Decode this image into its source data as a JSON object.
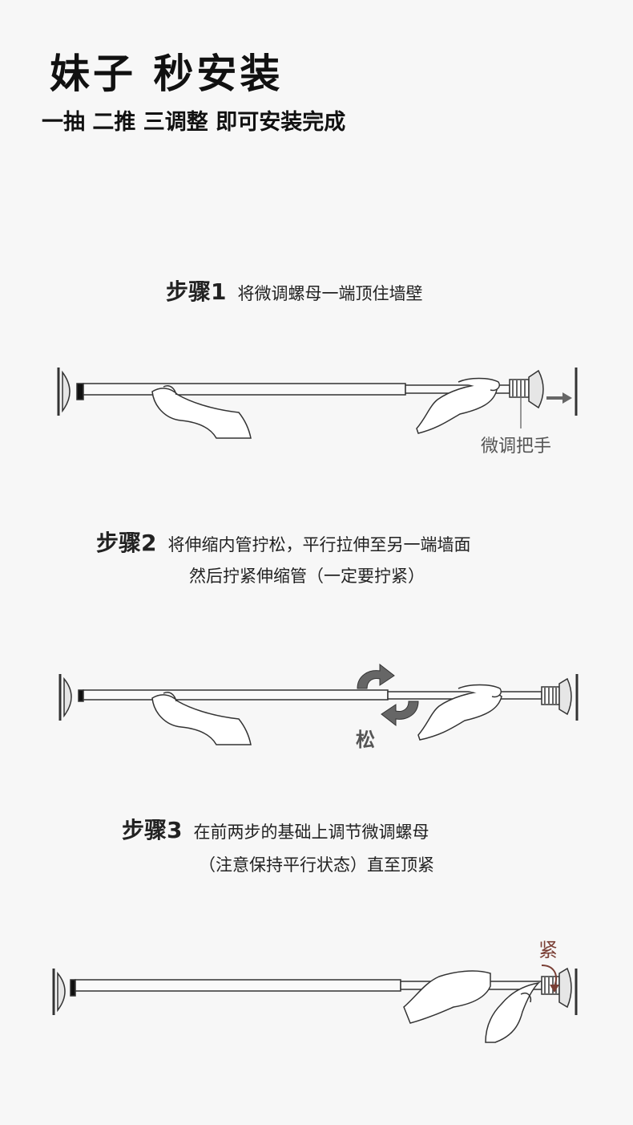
{
  "header": {
    "title": "妹子 秒安装",
    "subtitle": "一抽 二推 三调整 即可安装完成"
  },
  "steps": [
    {
      "label": "步骤1",
      "text": "将微调螺母一端顶住墙壁",
      "text2": ""
    },
    {
      "label": "步骤2",
      "text": "将伸缩内管拧松，平行拉伸至另一端墙面",
      "text2": "然后拧紧伸缩管（一定要拧紧）"
    },
    {
      "label": "步骤3",
      "text": "在前两步的基础上调节微调螺母",
      "text2": "（注意保持平行状态）直至顶紧"
    }
  ],
  "annotations": {
    "fine_tune_handle": "微调把手",
    "loosen": "松",
    "tighten": "紧"
  },
  "colors": {
    "line": "#333333",
    "label_gray": "#555555",
    "arrow_gray": "#666666",
    "tighten_brown": "#7a3f35"
  },
  "icons": [
    "rotate-arrows-icon",
    "push-arrow-icon",
    "tighten-arrow-icon"
  ]
}
